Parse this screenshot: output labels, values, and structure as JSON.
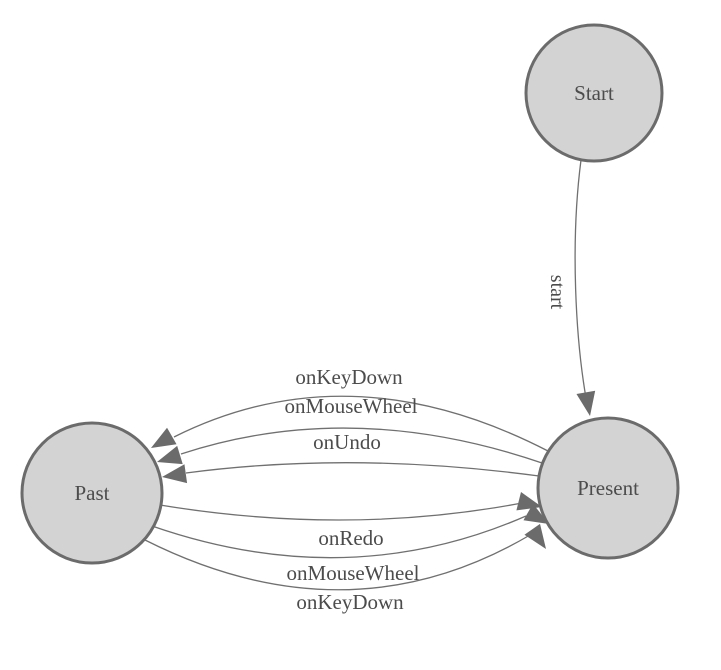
{
  "diagram": {
    "nodes": {
      "start": {
        "label": "Start"
      },
      "past": {
        "label": "Past"
      },
      "present": {
        "label": "Present"
      }
    },
    "edges": {
      "start_to_present": {
        "label": "start"
      },
      "present_to_past": [
        {
          "label": "onKeyDown"
        },
        {
          "label": "onMouseWheel"
        },
        {
          "label": "onUndo"
        }
      ],
      "past_to_present": [
        {
          "label": "onRedo"
        },
        {
          "label": "onMouseWheel"
        },
        {
          "label": "onKeyDown"
        }
      ]
    },
    "colors": {
      "node_fill": "#d3d3d3",
      "node_stroke": "#6b6b6b",
      "edge_stroke": "#707070",
      "arrow_fill": "#6b6b6b",
      "label_text": "#4c4c4c"
    }
  }
}
